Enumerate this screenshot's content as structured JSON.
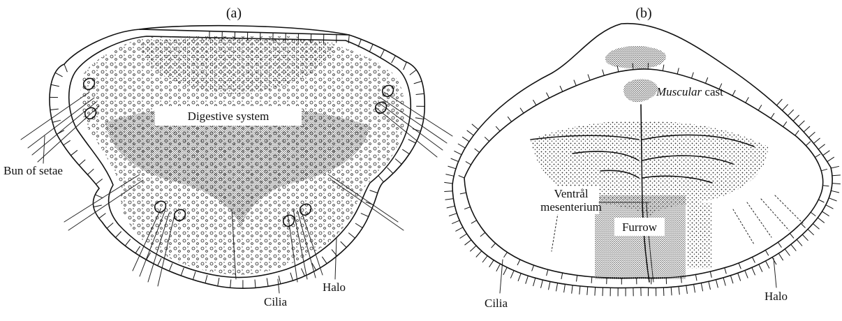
{
  "panels": [
    {
      "id": "a",
      "label": "(a)",
      "annotations": {
        "digestive": "Digestive system",
        "setae": "Bun of setae",
        "cilia": "Cilia",
        "halo": "Halo"
      }
    },
    {
      "id": "b",
      "label": "(b)",
      "annotations": {
        "muscular_italic": "Muscular",
        "muscular_rest": " cast",
        "ventral_line1": "Ventrål",
        "ventral_line2": "mesenterium",
        "furrow": "Furrow",
        "cilia": "Cilia",
        "halo": "Halo"
      }
    }
  ]
}
